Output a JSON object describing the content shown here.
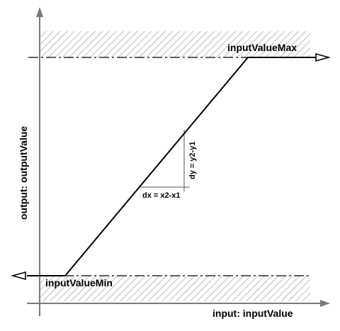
{
  "diagram": {
    "x_axis_label": "input: inputValue",
    "y_axis_label": "output: outputValue",
    "max_label": "inputValueMax",
    "min_label": "inputValueMin",
    "dx_label": "dx = x2-x1",
    "dy_label": "dy = y2-y1"
  }
}
